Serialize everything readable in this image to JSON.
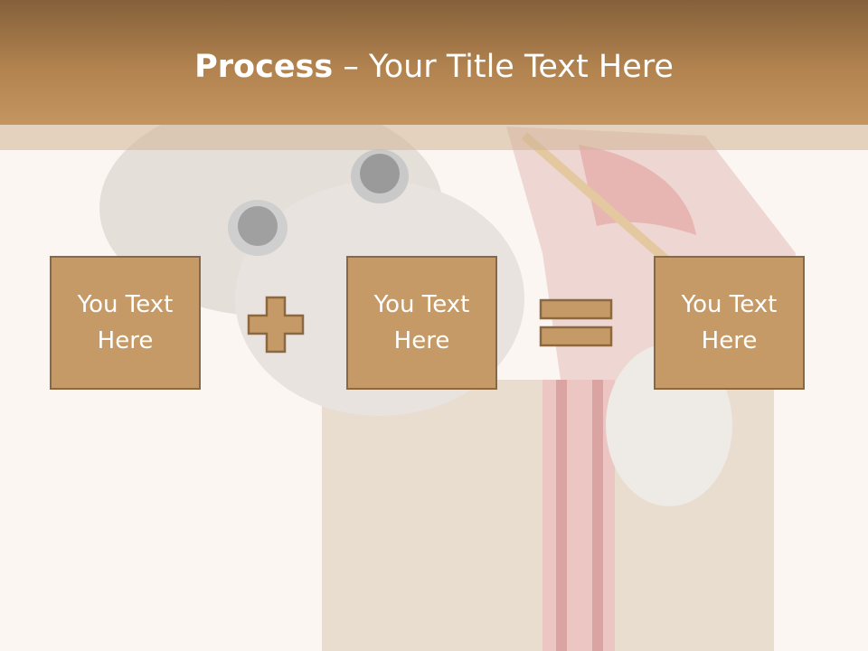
{
  "title": {
    "bold": "Process",
    "rest": "– Your Title Text Here"
  },
  "boxes": [
    {
      "text": "You Text Here"
    },
    {
      "text": "You Text Here"
    },
    {
      "text": "You Text Here"
    }
  ],
  "operators": [
    "plus-icon",
    "equals-icon"
  ],
  "colors": {
    "header": "#b2834f",
    "box_fill": "#c69a66",
    "box_border": "#8c6840",
    "background": "#fbf6f2",
    "text": "#ffffff"
  },
  "background_image": "kitten-in-gift-box"
}
